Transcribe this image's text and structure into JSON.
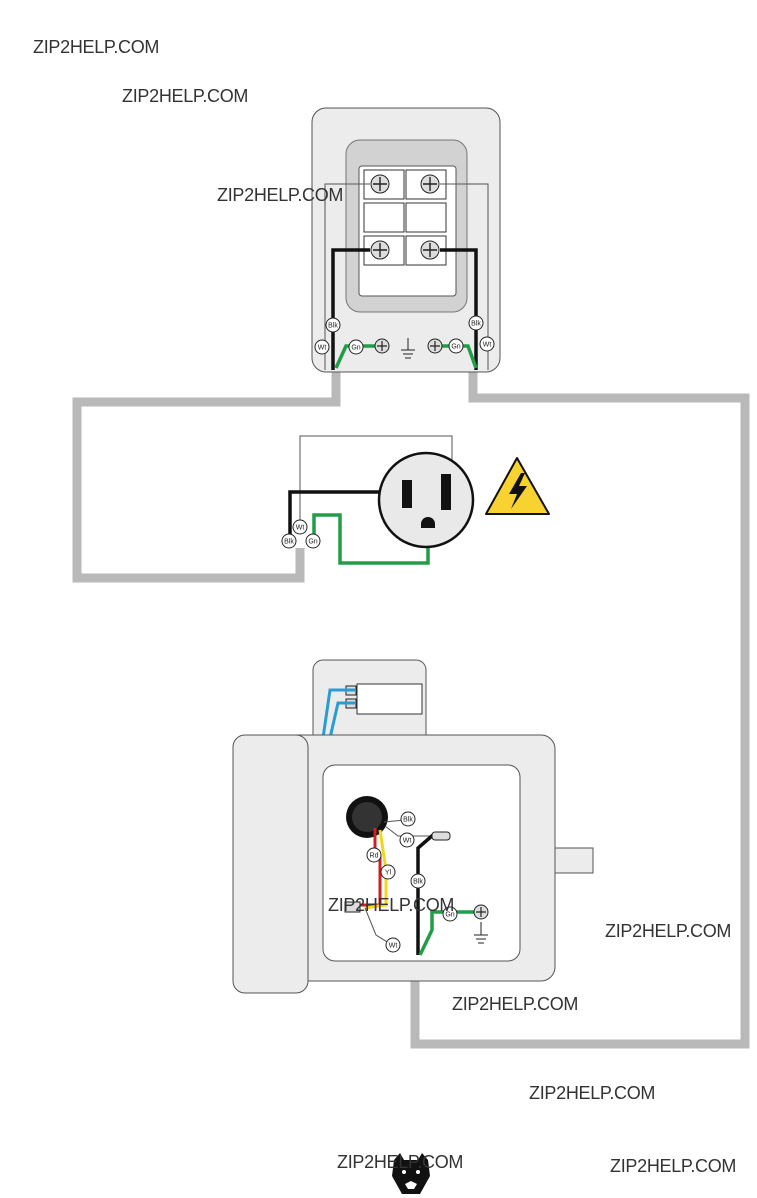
{
  "watermark_text": "ZIP2HELP.COM",
  "wire_labels": {
    "black": "Blk",
    "white": "Wt",
    "green": "Gn",
    "red": "Rd",
    "yellow": "Yl"
  },
  "colors": {
    "conduit": "#b9b9b9",
    "black_wire": "#111111",
    "white_wire": "#ffffff",
    "green_wire": "#1f9e47",
    "red_wire": "#d11f1f",
    "yellow_wire": "#f3d51b",
    "blue_wire": "#2b9bd6",
    "warning_yellow": "#f7d230",
    "housing": "#e9e9e9",
    "recess": "#cfcfcf"
  },
  "icons": [
    "ground-symbol-icon",
    "electrical-hazard-icon",
    "bear-logo-icon"
  ]
}
